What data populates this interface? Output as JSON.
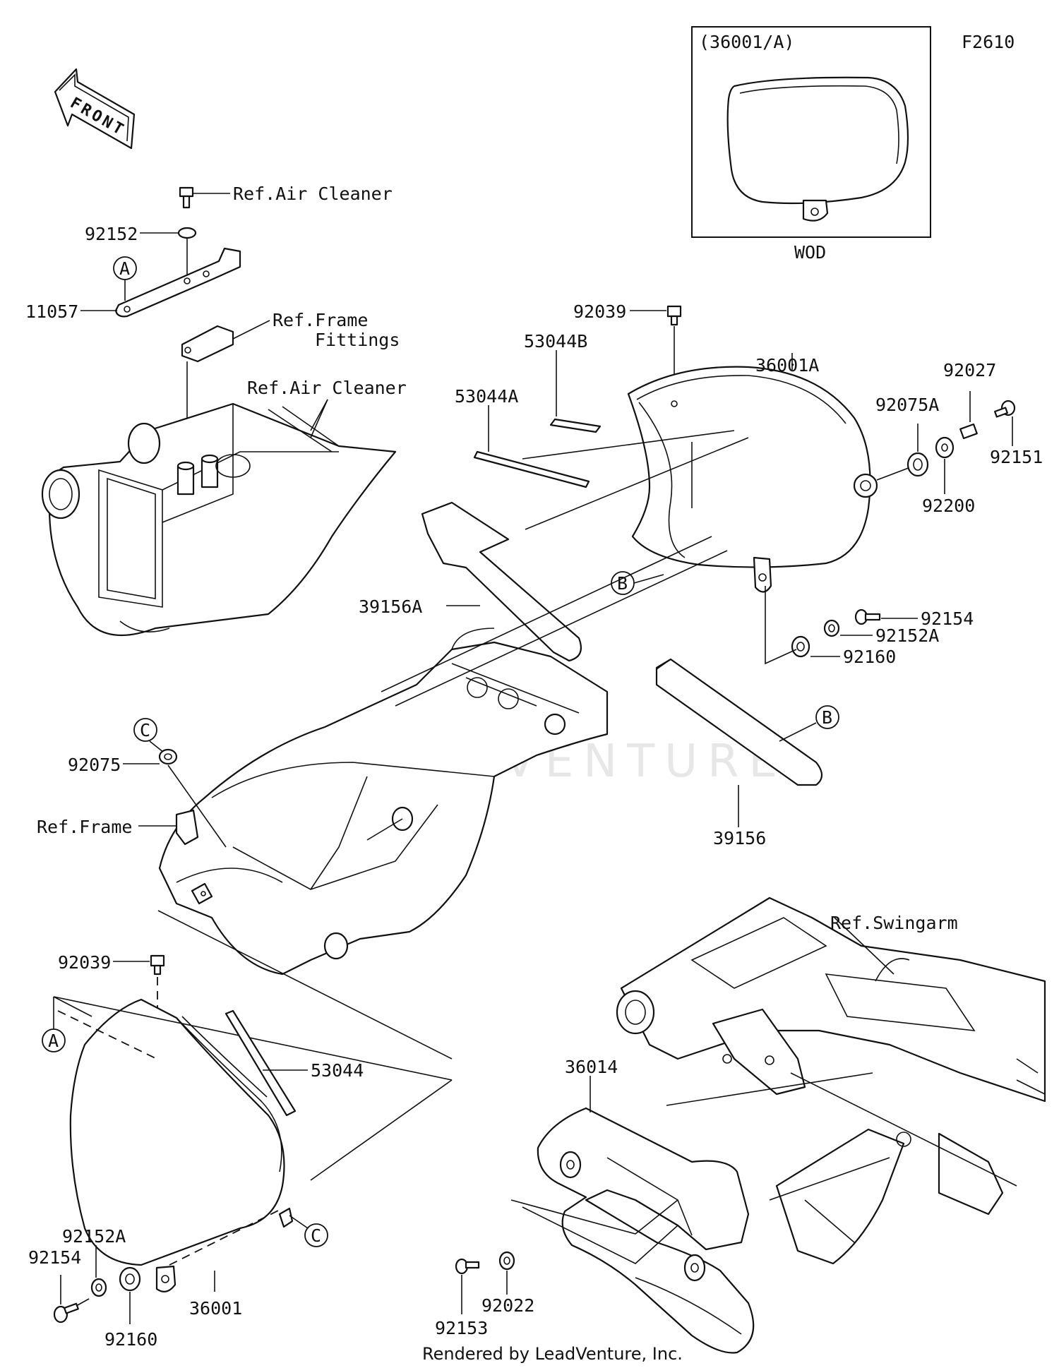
{
  "diagram_code": "F2610",
  "inset": {
    "title": "(36001/A)",
    "caption": "WOD"
  },
  "front_label": "FRONT",
  "watermark": "LEADVENTURE",
  "footer": "Rendered by LeadVenture, Inc.",
  "ref_labels": {
    "air_cleaner_top": "Ref.Air Cleaner",
    "frame_fittings_1": "Ref.Frame",
    "frame_fittings_2": "Fittings",
    "air_cleaner": "Ref.Air Cleaner",
    "frame": "Ref.Frame",
    "swingarm": "Ref.Swingarm"
  },
  "callouts": {
    "a": "A",
    "b": "B",
    "c": "C"
  },
  "parts": {
    "p92152_top": "92152",
    "p11057": "11057",
    "p92039_top": "92039",
    "p53044B": "53044B",
    "p53044A": "53044A",
    "p36001A": "36001A",
    "p92027": "92027",
    "p92075A": "92075A",
    "p92151": "92151",
    "p92200": "92200",
    "p39156A": "39156A",
    "p92154_right": "92154",
    "p92152A_right": "92152A",
    "p92160_right": "92160",
    "p92075": "92075",
    "p39156": "39156",
    "p92039_bottom": "92039",
    "p53044": "53044",
    "p36014": "36014",
    "p92152A_bottom": "92152A",
    "p92154_bottom": "92154",
    "p36001": "36001",
    "p92160_bottom": "92160",
    "p92022": "92022",
    "p92153": "92153"
  }
}
